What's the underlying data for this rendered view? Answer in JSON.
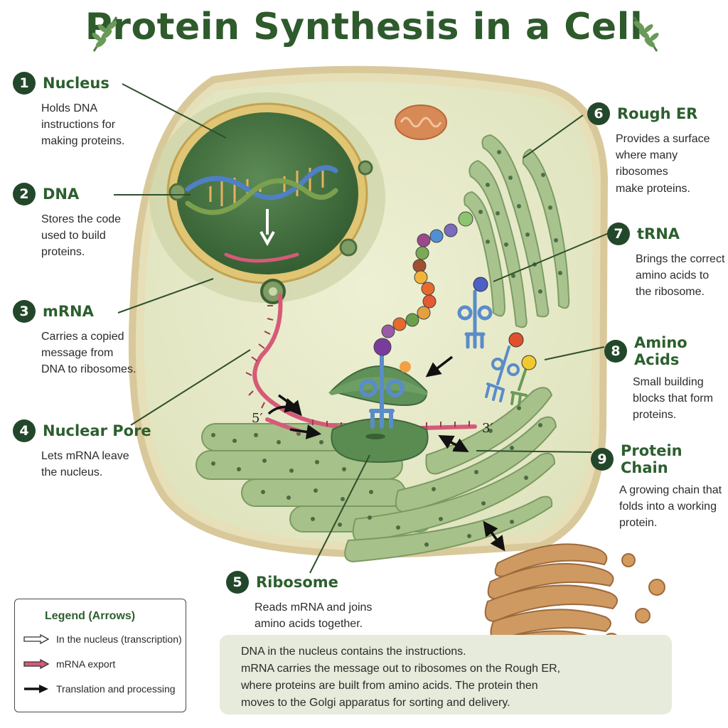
{
  "title": "Protein Synthesis in a Cell",
  "labels": [
    {
      "num": "1",
      "title": "Nucleus",
      "desc": "Holds DNA\ninstructions for\nmaking proteins."
    },
    {
      "num": "2",
      "title": "DNA",
      "desc": "Stores the code\nused to build\nproteins."
    },
    {
      "num": "3",
      "title": "mRNA",
      "desc": "Carries a copied\nmessage from\nDNA to ribosomes."
    },
    {
      "num": "4",
      "title": "Nuclear Pore",
      "desc": "Lets mRNA leave\nthe nucleus."
    },
    {
      "num": "5",
      "title": "Ribosome",
      "desc": "Reads mRNA and joins\namino acids together."
    },
    {
      "num": "6",
      "title": "Rough ER",
      "desc": "Provides a surface\nwhere many ribosomes\nmake proteins."
    },
    {
      "num": "7",
      "title": "tRNA",
      "desc": "Brings the correct\namino acids to\nthe ribosome."
    },
    {
      "num": "8",
      "title": "Amino Acids",
      "desc": "Small building\nblocks that form\nproteins."
    },
    {
      "num": "9",
      "title": "Protein Chain",
      "desc": "A growing chain that\nfolds into a working\nprotein."
    }
  ],
  "strand_ends": {
    "five_prime": "5′",
    "three_prime": "3′"
  },
  "legend": {
    "title": "Legend (Arrows)",
    "items": [
      {
        "label": "In the nucleus (transcription)",
        "style": "hollow-arrow"
      },
      {
        "label": "mRNA export",
        "style": "pink-arrow"
      },
      {
        "label": "Translation and processing",
        "style": "black-arrow"
      }
    ]
  },
  "summary": "DNA in the nucleus contains the instructions.\nmRNA carries the message out to ribosomes on the Rough ER,\nwhere proteins are built from amino acids. The protein then\nmoves to the Golgi apparatus for sorting and delivery.",
  "colors": {
    "title": "#2e5a2c",
    "number_badge": "#23472a",
    "label_title": "#2c5f2e",
    "cell_fill": "#e9e6c4",
    "nucleus": "#3f6e3c",
    "mrna": "#d65a78",
    "dna_blue": "#4f7fc4",
    "trna": "#5a8cc8",
    "golgi": "#c48a55",
    "summary_bg": "#e6ebdb"
  }
}
